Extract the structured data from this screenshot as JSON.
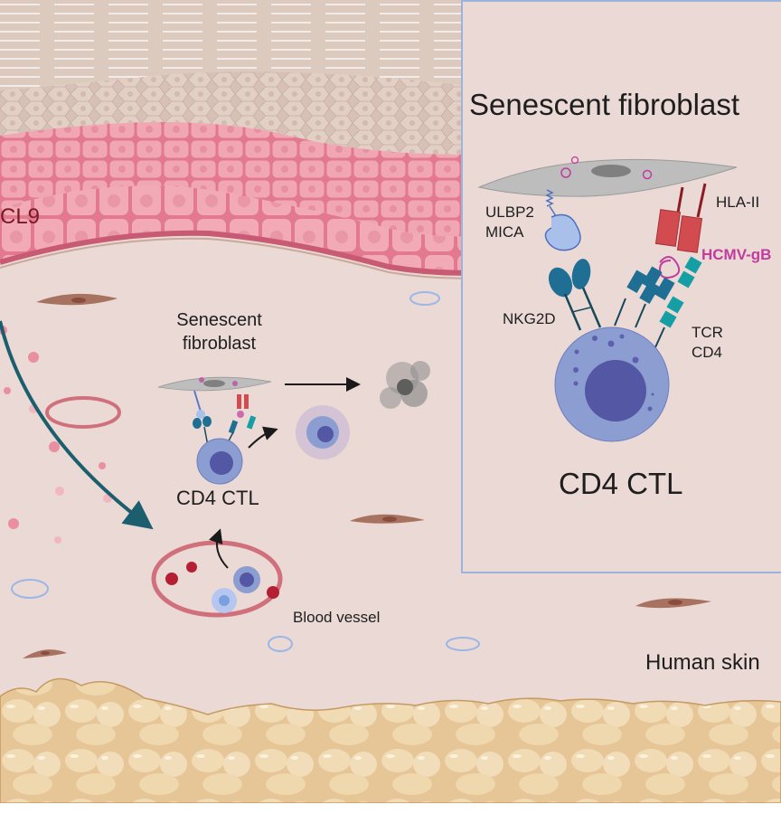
{
  "figure": {
    "title": "CD4 CTL killing of senescent fibroblasts in human skin",
    "colors": {
      "background": "#ead9d4",
      "stratum_corneum": "#dccabf",
      "epidermis_pink": "#e8899b",
      "epidermis_dark": "#cf5f77",
      "fat": "#ecd2a7",
      "fat_light": "#f2e0c2",
      "fibroblast_gray": "#bdbdbd",
      "inset_border": "#9db3df",
      "cd4_ctl_cell": "#8b9dd1",
      "cd4_ctl_nucleus": "#5457a3",
      "hla_red": "#d24b4f",
      "hcmv_magenta": "#c13c9e",
      "tcr_teal": "#159ea3",
      "nkg2d_blue": "#1f6e94",
      "ulbp2_lightblue": "#a9c0ea",
      "arrow_teal": "#1b5e6e",
      "arrow_black": "#1a1a1a"
    }
  },
  "labels": {
    "cxcl9": "CL9",
    "senescent_fibroblast_small": [
      "Senescent",
      "fibroblast"
    ],
    "cd4_ctl_small": "CD4 CTL",
    "blood_vessel": "Blood vessel",
    "human_skin": "Human skin"
  },
  "inset": {
    "title": "Senescent fibroblast",
    "ligand_label": [
      "ULBP2",
      "MICA"
    ],
    "hla_label": "HLA-II",
    "antigen_label": "HCMV-gB",
    "receptor_nk_label": "NKG2D",
    "tcr_label": [
      "TCR",
      "CD4"
    ],
    "cell_label": "CD4 CTL"
  }
}
